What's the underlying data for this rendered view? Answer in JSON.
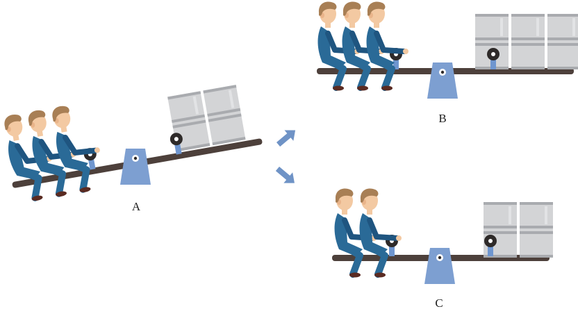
{
  "panels": [
    {
      "label": "A",
      "people": 3,
      "barrels": 2,
      "state": "tilted-left-down"
    },
    {
      "label": "B",
      "people": 3,
      "barrels": 3,
      "state": "balanced"
    },
    {
      "label": "C",
      "people": 2,
      "barrels": 2,
      "state": "balanced"
    }
  ],
  "colors": {
    "suit": "#2a6a97",
    "suit_dark": "#1f5580",
    "skin": "#f3c9a2",
    "hair": "#a87f55",
    "shoe": "#5a2b22",
    "beam": "#4d403b",
    "fulcrum": "#7d9fd1",
    "barrel": "#d3d4d6",
    "barrel_band": "#a9abaf",
    "pulley": "#2e2a29",
    "bracket": "#6f96cf",
    "arrow": "#6f93c6"
  },
  "icons": [
    "person-icon",
    "barrel-icon",
    "pulley-icon",
    "fulcrum-icon",
    "arrow-icon"
  ]
}
